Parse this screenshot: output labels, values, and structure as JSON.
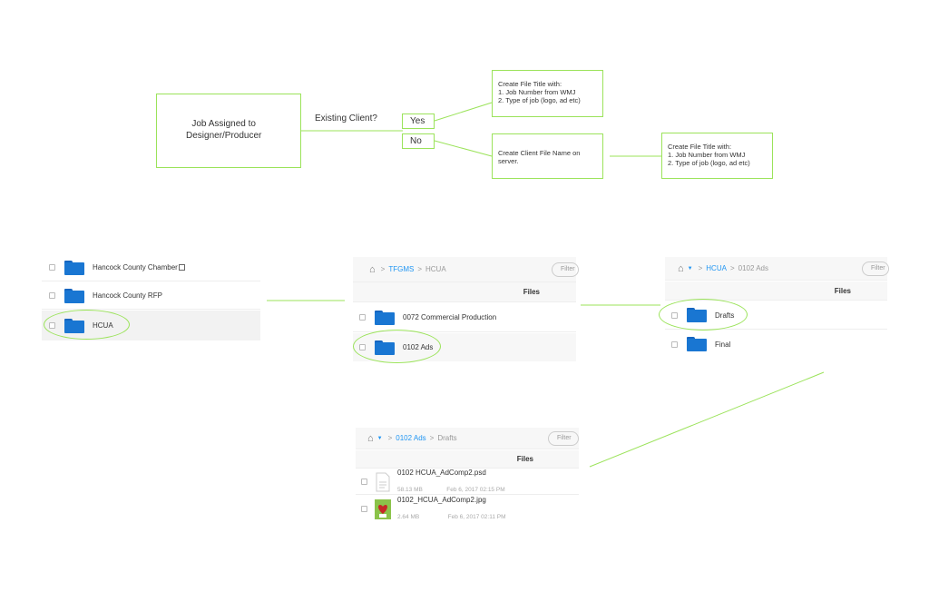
{
  "flow": {
    "job_box": "Job Assigned to\nDesigner/Producer",
    "question": "Existing Client?",
    "yes": "Yes",
    "no": "No",
    "yes_box_lines": [
      "Create File Title with:",
      "1. Job Number from WMJ",
      "2. Type of job (logo, ad etc)"
    ],
    "no_box_lines": [
      "Create Client File Name on",
      "server."
    ],
    "final_box_lines": [
      "Create File Title with:",
      "1. Job Number from WMJ",
      "2. Type of job (logo, ad etc)"
    ]
  },
  "panel1": {
    "rows": [
      {
        "name": "Hancock County Chamber"
      },
      {
        "name": "Hancock County RFP"
      },
      {
        "name": "HCUA"
      }
    ]
  },
  "panel2": {
    "crumb_link": "TFGMS",
    "crumb_current": "HCUA",
    "filter": "Filter",
    "files_header": "Files",
    "rows": [
      {
        "name": "0072 Commercial Production"
      },
      {
        "name": "0102 Ads"
      }
    ]
  },
  "panel3": {
    "crumb_link": "HCUA",
    "crumb_current": "0102 Ads",
    "filter": "Filter",
    "files_header": "Files",
    "rows": [
      {
        "name": "Drafts"
      },
      {
        "name": "Final"
      }
    ]
  },
  "panel4": {
    "crumb_link": "0102 Ads",
    "crumb_current": "Drafts",
    "filter": "Filter",
    "files_header": "Files",
    "rows": [
      {
        "name": "0102 HCUA_AdComp2.psd",
        "size": "58.13 MB",
        "date": "Feb 6, 2017 02:15 PM"
      },
      {
        "name": "0102_HCUA_AdComp2.jpg",
        "size": "2.64 MB",
        "date": "Feb 6, 2017 02:11 PM"
      }
    ]
  },
  "icons": [
    "home-icon",
    "folder-icon",
    "document-icon",
    "image-thumbnail-icon",
    "chevron-down-icon"
  ],
  "colors": {
    "accent_green": "#9be35a",
    "folder_blue": "#1976d2",
    "link_blue": "#2196f3"
  }
}
